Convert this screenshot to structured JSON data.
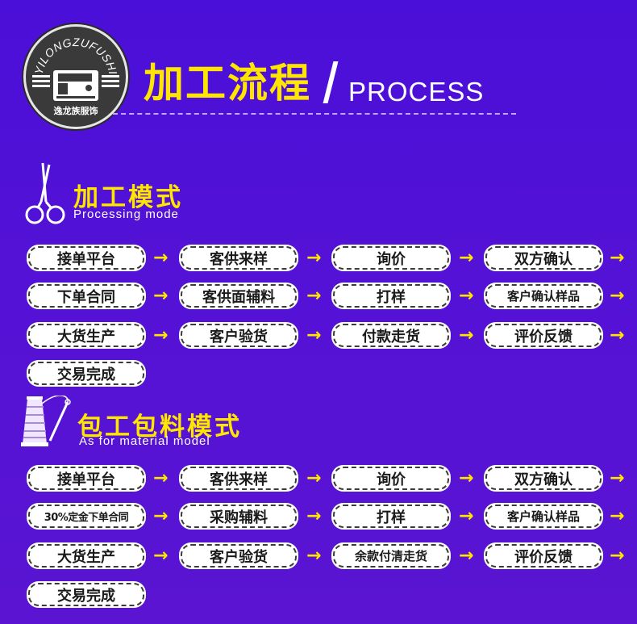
{
  "logo": {
    "arc_text": "YILONGZUFUSHI",
    "bottom_text": "逸龙族服饰",
    "icon": "sewing-machine-icon"
  },
  "header": {
    "title_cn": "加工流程",
    "title_en": "PROCESS"
  },
  "sections": [
    {
      "icon": "scissors-icon",
      "title_cn": "加工模式",
      "title_en": "Processing mode",
      "rows": [
        [
          "接单平台",
          "客供来样",
          "询价",
          "双方确认"
        ],
        [
          "下单合同",
          "客供面辅料",
          "打样",
          "客户确认样品"
        ],
        [
          "大货生产",
          "客户验货",
          "付款走货",
          "评价反馈"
        ],
        [
          "交易完成"
        ]
      ]
    },
    {
      "icon": "thread-spool-icon",
      "title_cn": "包工包料模式",
      "title_en": "As for material model",
      "rows": [
        [
          "接单平台",
          "客供来样",
          "询价",
          "双方确认"
        ],
        [
          "30%定金下单合同",
          "采购辅料",
          "打样",
          "客户确认样品"
        ],
        [
          "大货生产",
          "客户验货",
          "余款付清走货",
          "评价反馈"
        ],
        [
          "交易完成"
        ]
      ]
    }
  ],
  "arrow_glyph": "→",
  "colors": {
    "background": "#4a0fd8",
    "accent": "#ffe600",
    "box": "#ffffff",
    "box_border": "#3a3a3a"
  }
}
